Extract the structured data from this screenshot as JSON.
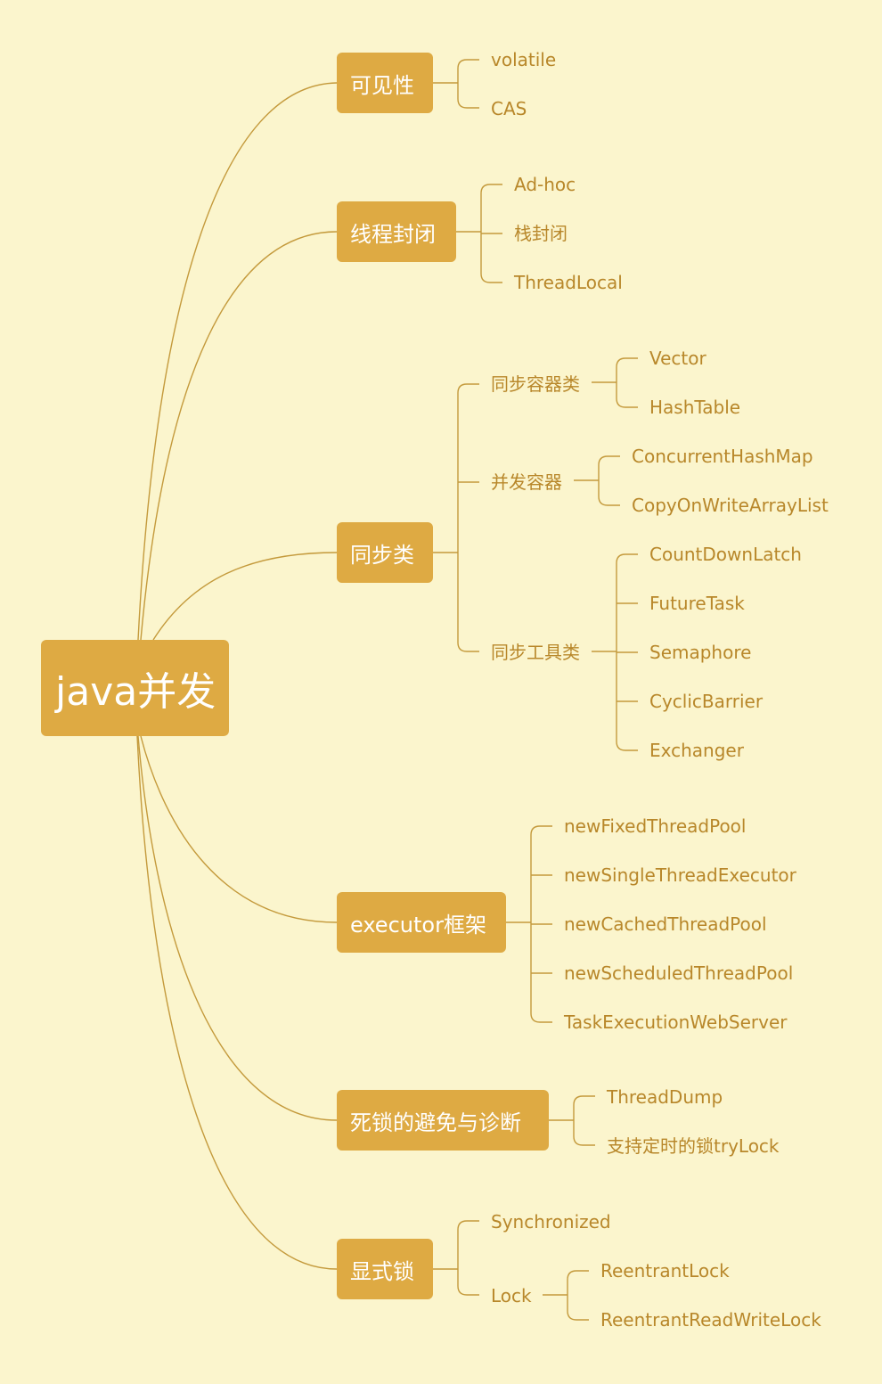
{
  "root": "java并发",
  "branches": [
    {
      "label": "可见性",
      "children": [
        "volatile",
        "CAS"
      ]
    },
    {
      "label": "线程封闭",
      "children": [
        "Ad-hoc",
        "栈封闭",
        "ThreadLocal"
      ]
    },
    {
      "label": "同步类",
      "children": [
        {
          "label": "同步容器类",
          "children": [
            "Vector",
            "HashTable"
          ]
        },
        {
          "label": "并发容器",
          "children": [
            "ConcurrentHashMap",
            "CopyOnWriteArrayList"
          ]
        },
        {
          "label": "同步工具类",
          "children": [
            "CountDownLatch",
            "FutureTask",
            "Semaphore",
            "CyclicBarrier",
            "Exchanger"
          ]
        }
      ]
    },
    {
      "label": "executor框架",
      "children": [
        "newFixedThreadPool",
        "newSingleThreadExecutor",
        "newCachedThreadPool",
        "newScheduledThreadPool",
        "TaskExecutionWebServer"
      ]
    },
    {
      "label": "死锁的避免与诊断",
      "children": [
        "ThreadDump",
        "支持定时的锁tryLock"
      ]
    },
    {
      "label": "显式锁",
      "children": [
        "Synchronized",
        {
          "label": "Lock",
          "children": [
            "ReentrantLock",
            "ReentrantReadWriteLock"
          ]
        }
      ]
    }
  ],
  "colors": {
    "background": "#fbf5cd",
    "node_fill": "#deaa43",
    "node_text": "#ffffff",
    "leaf_text": "#b8872a",
    "line": "#c49a3c"
  }
}
